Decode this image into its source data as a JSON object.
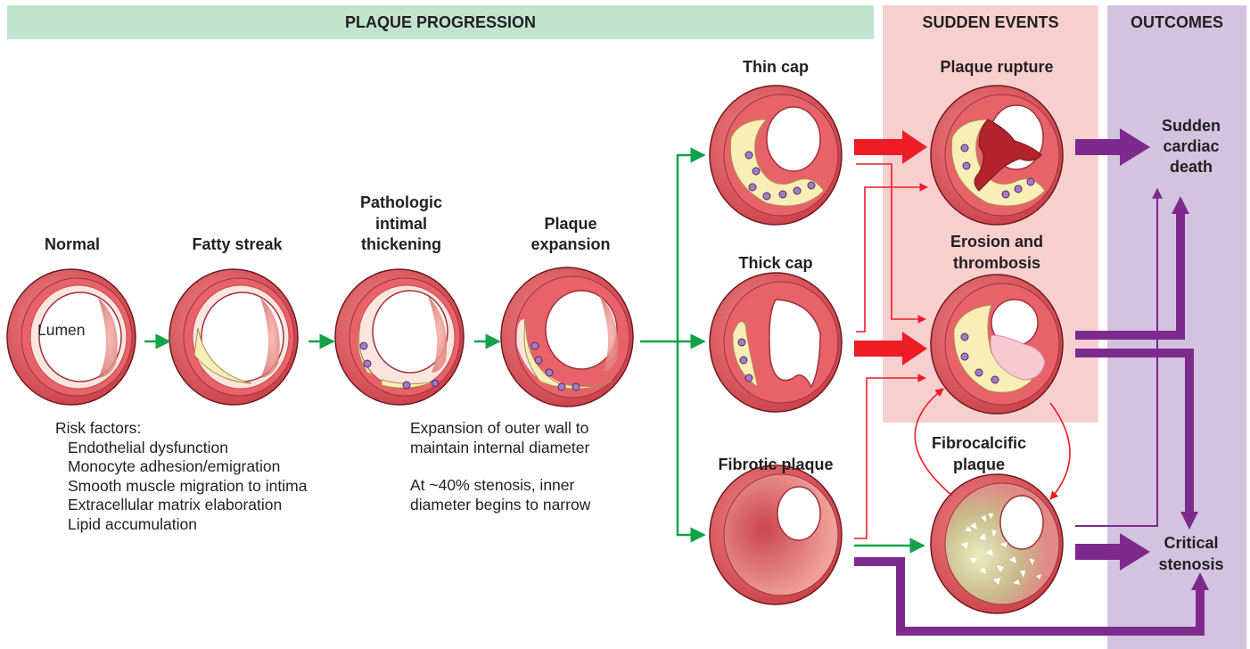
{
  "headers": {
    "progression": "PLAQUE PROGRESSION",
    "sudden": "SUDDEN EVENTS",
    "outcomes": "OUTCOMES"
  },
  "stages": {
    "normal": "Normal",
    "fatty_streak": "Fatty streak",
    "pathologic_1": "Pathologic",
    "pathologic_2": "intimal",
    "pathologic_3": "thickening",
    "expansion_1": "Plaque",
    "expansion_2": "expansion",
    "thin_cap": "Thin cap",
    "thick_cap": "Thick cap",
    "fibrotic": "Fibrotic plaque"
  },
  "events": {
    "rupture": "Plaque rupture",
    "erosion_1": "Erosion and",
    "erosion_2": "thrombosis",
    "fibrocalcific_1": "Fibrocalcific",
    "fibrocalcific_2": "plaque"
  },
  "outcomes": {
    "death_1": "Sudden",
    "death_2": "cardiac",
    "death_3": "death",
    "stenosis_1": "Critical",
    "stenosis_2": "stenosis"
  },
  "lumen_label": "Lumen",
  "risk_factors": {
    "title": "Risk factors:",
    "items": [
      "Endothelial dysfunction",
      "Monocyte adhesion/emigration",
      "Smooth muscle migration to intima",
      "Extracellular matrix elaboration",
      "Lipid accumulation"
    ]
  },
  "expansion_note": {
    "line1": "Expansion of outer wall to",
    "line2": "maintain internal diameter",
    "line3": "At ~40% stenosis, inner",
    "line4": "diameter begins to narrow"
  },
  "colors": {
    "progression_band": "#c2e4cf",
    "sudden_band": "#f8cfcf",
    "outcomes_band": "#d4c3e0",
    "green_arrow": "#13a24a",
    "red_arrow": "#ee1c25",
    "purple_arrow": "#7d2a8e",
    "vessel_wall": "#e0555f",
    "lipid_core": "#f7efb5"
  }
}
